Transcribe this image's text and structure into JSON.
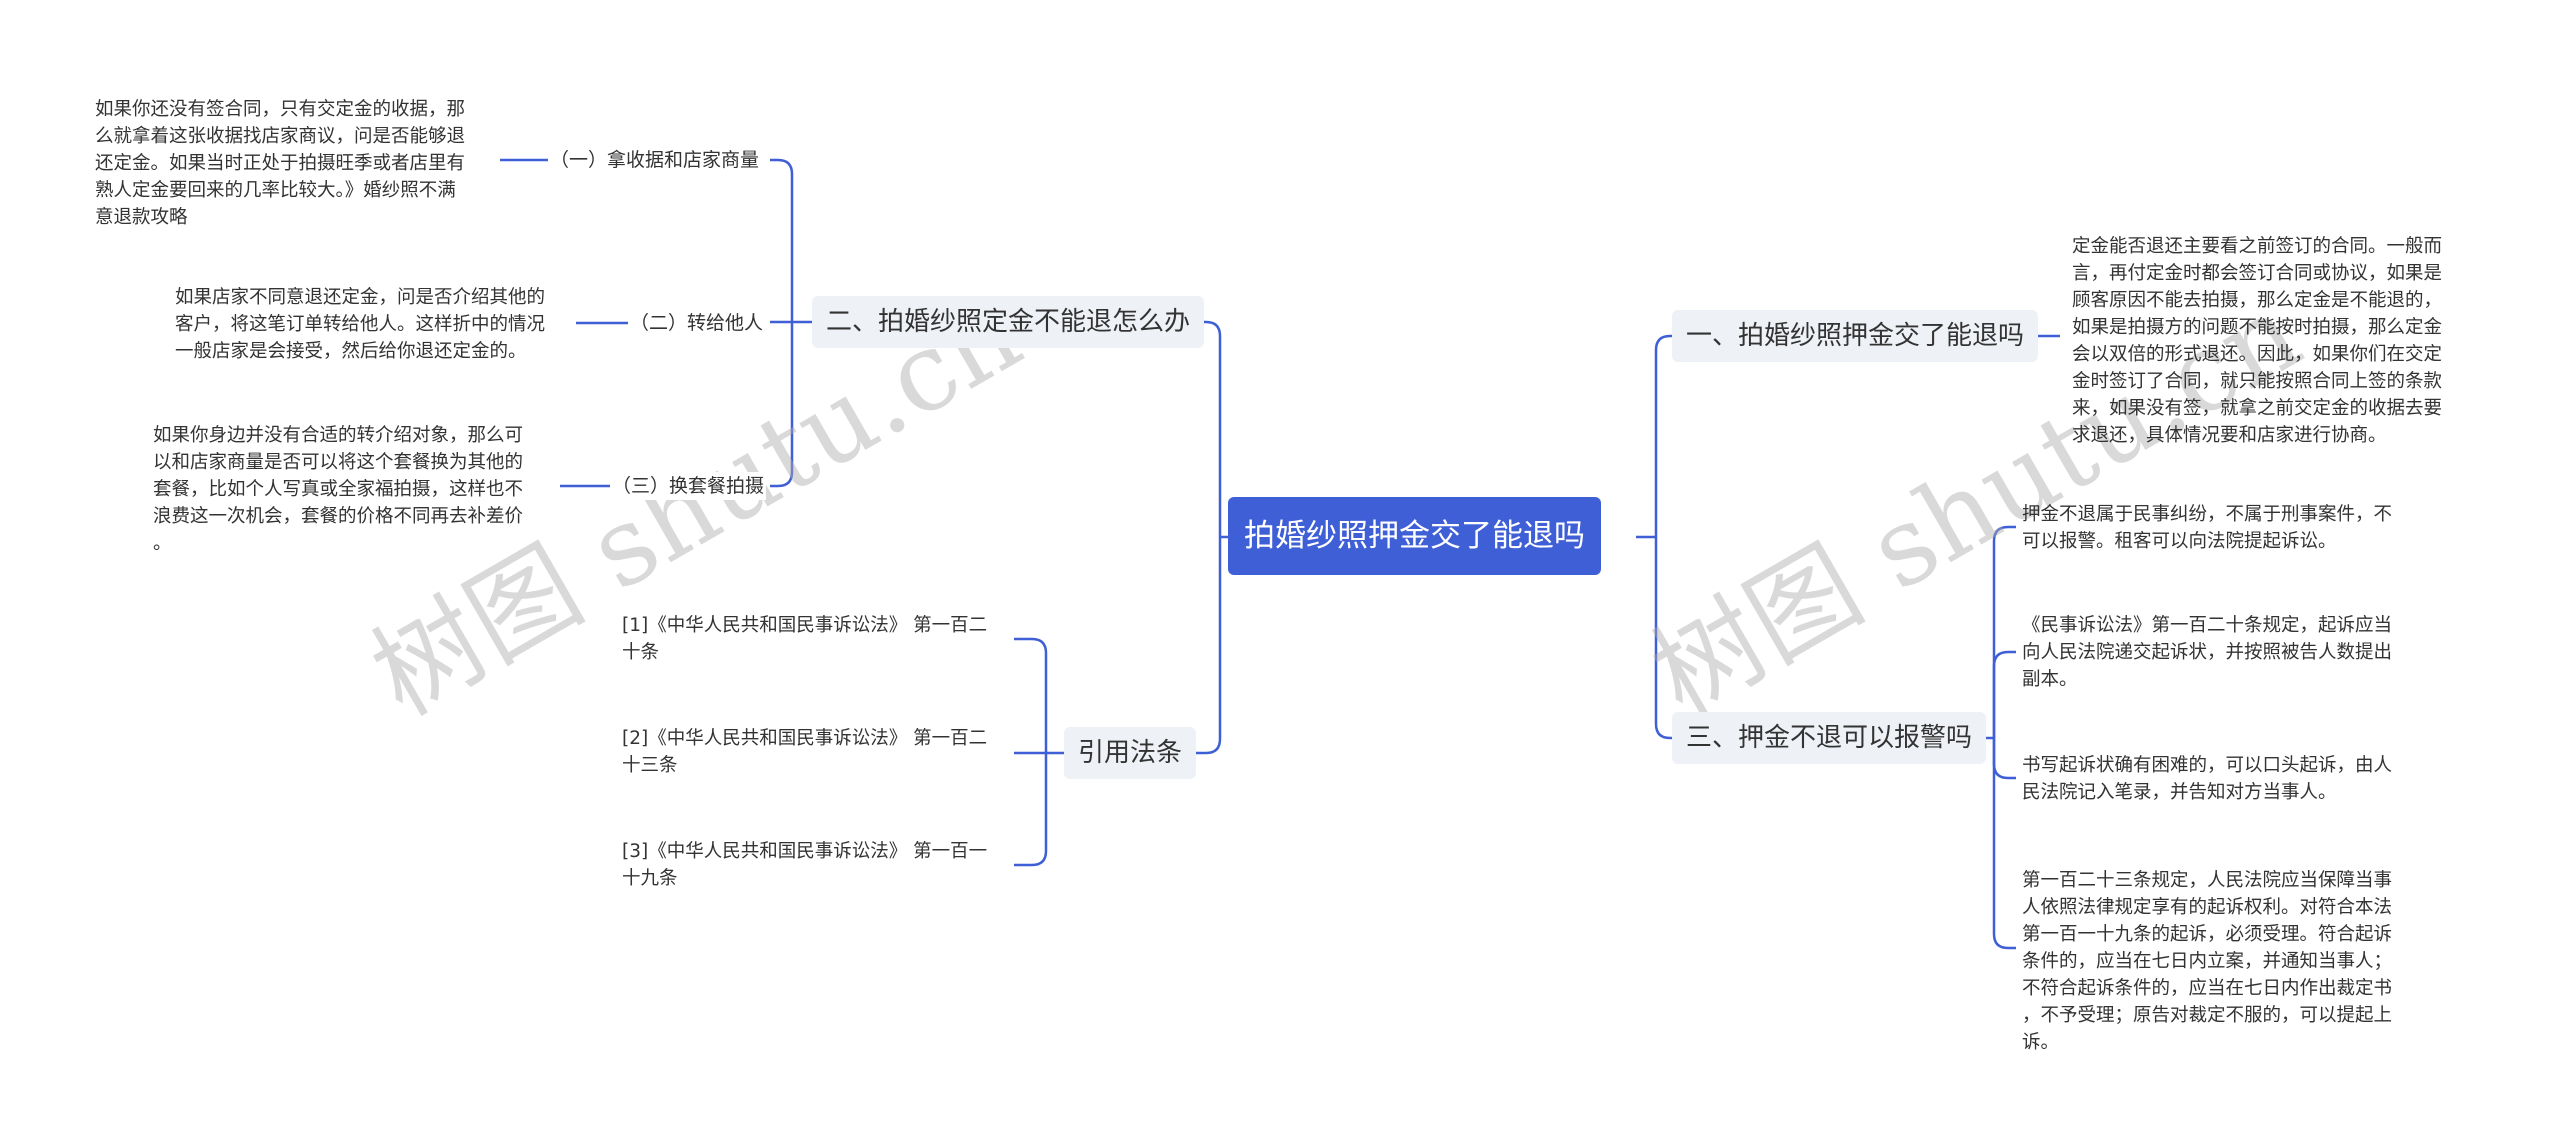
{
  "watermarks": [
    "树图 shutu.cn",
    "树图 shutu.cn"
  ],
  "root": "拍婚纱照押金交了能退吗",
  "left": {
    "b2": {
      "label": "二、拍婚纱照定金不能退怎么办",
      "children": [
        {
          "label": "（一）拿收据和店家商量",
          "detail": [
            "如果你还没有签合同，只有交定金的收据，那",
            "么就拿着这张收据找店家商议，问是否能够退",
            "还定金。如果当时正处于拍摄旺季或者店里有",
            "熟人定金要回来的几率比较大。》婚纱照不满",
            "意退款攻略"
          ]
        },
        {
          "label": "（二）转给他人",
          "detail": [
            "如果店家不同意退还定金，问是否介绍其他的",
            "客户，将这笔订单转给他人。这样折中的情况",
            "一般店家是会接受，然后给你退还定金的。"
          ]
        },
        {
          "label": "（三）换套餐拍摄",
          "detail": [
            "如果你身边并没有合适的转介绍对象，那么可",
            "以和店家商量是否可以将这个套餐换为其他的",
            "套餐，比如个人写真或全家福拍摄，这样也不",
            "浪费这一次机会，套餐的价格不同再去补差价",
            "。"
          ]
        }
      ]
    },
    "ref": {
      "label": "引用法条",
      "children": [
        [
          "[1]《中华人民共和国民事诉讼法》 第一百二",
          "十条"
        ],
        [
          "[2]《中华人民共和国民事诉讼法》 第一百二",
          "十三条"
        ],
        [
          "[3]《中华人民共和国民事诉讼法》 第一百一",
          "十九条"
        ]
      ]
    }
  },
  "right": {
    "b1": {
      "label": "一、拍婚纱照押金交了能退吗",
      "detail": [
        "定金能否退还主要看之前签订的合同。一般而",
        "言，再付定金时都会签订合同或协议，如果是",
        "顾客原因不能去拍摄，那么定金是不能退的，",
        "如果是拍摄方的问题不能按时拍摄，那么定金",
        "会以双倍的形式退还。因此，如果你们在交定",
        "金时签订了合同，就只能按照合同上签的条款",
        "来，如果没有签，就拿之前交定金的收据去要",
        "求退还，具体情况要和店家进行协商。"
      ]
    },
    "b3": {
      "label": "三、押金不退可以报警吗",
      "children": [
        [
          "押金不退属于民事纠纷，不属于刑事案件，不",
          "可以报警。租客可以向法院提起诉讼。"
        ],
        [
          "《民事诉讼法》第一百二十条规定，起诉应当",
          "向人民法院递交起诉状，并按照被告人数提出",
          "副本。"
        ],
        [
          "书写起诉状确有困难的，可以口头起诉，由人",
          "民法院记入笔录，并告知对方当事人。"
        ],
        [
          "第一百二十三条规定，人民法院应当保障当事",
          "人依照法律规定享有的起诉权利。对符合本法",
          "第一百一十九条的起诉，必须受理。符合起诉",
          "条件的，应当在七日内立案，并通知当事人；",
          "不符合起诉条件的，应当在七日内作出裁定书",
          "，不予受理；原告对裁定不服的，可以提起上",
          "诉。"
        ]
      ]
    }
  },
  "colors": {
    "root": "#3f5fd6",
    "line": "#3f5fd6",
    "branch_bg": "#eef1f6",
    "text": "#333333"
  }
}
